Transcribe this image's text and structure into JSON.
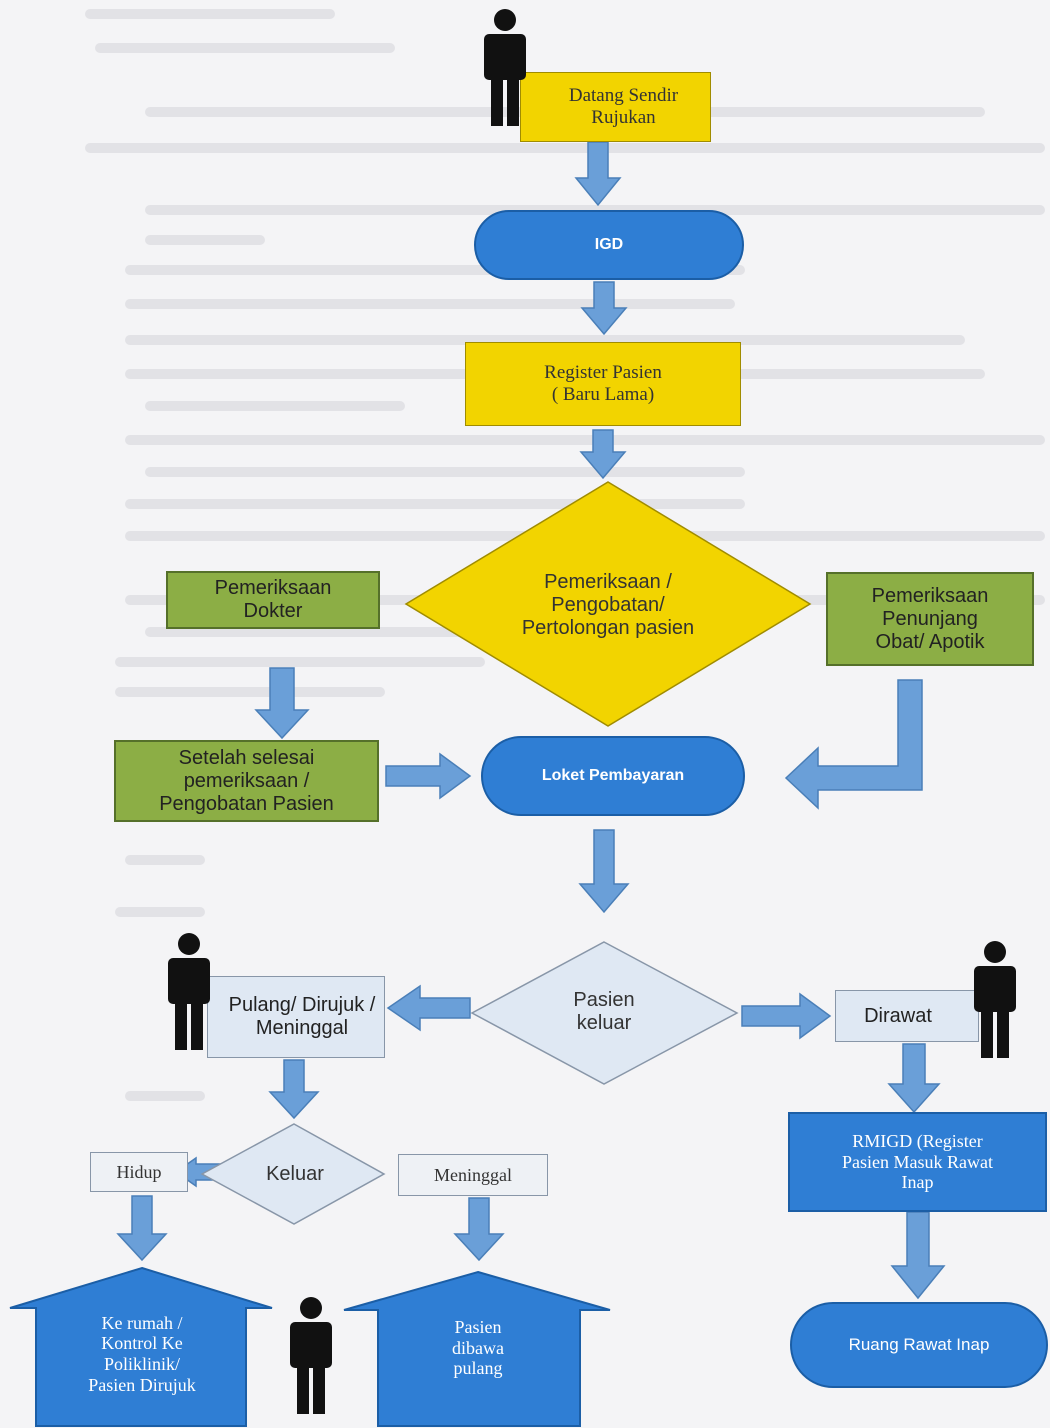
{
  "colors": {
    "arrow_blue": "#6a9fd8",
    "yellow": "#f2d400",
    "green": "#8cae45",
    "blue": "#2f7ed4",
    "pale": "#dfe8f3"
  },
  "nodes": {
    "start": "Datang Sendir\nRujukan",
    "igd": "IGD",
    "register": "Register Pasien\n( Baru   Lama)",
    "decision_treatment": "Pemeriksaan /\nPengobatan/\nPertolongan pasien",
    "doctor_exam": "Pemeriksaan\nDokter",
    "support_exam": "Pemeriksaan\nPenunjang\nObat/ Apotik",
    "after_exam": "Setelah selesai\npemeriksaan /\nPengobatan Pasien",
    "payment": "Loket Pembayaran",
    "patient_exit": "Pasien\nkeluar",
    "home_referred_dead": "Pulang/ Dirujuk /\nMeninggal",
    "hospitalized": "Dirawat",
    "exit_decision": "Keluar",
    "alive": "Hidup",
    "dead": "Meninggal",
    "rmigd": "RMIGD (Register\nPasien Masuk Rawat\nInap",
    "home_control": "Ke rumah /\nKontrol Ke\nPoliklinik/\nPasien Dirujuk",
    "taken_home": "Pasien\ndibawa\npulang",
    "inpatient_room": "Ruang Rawat Inap"
  }
}
